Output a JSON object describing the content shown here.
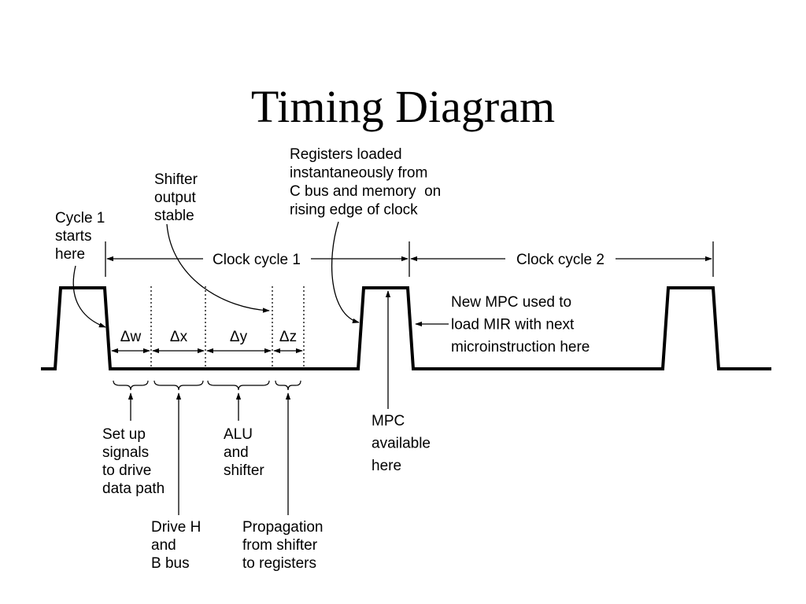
{
  "title": "Timing Diagram",
  "labels": {
    "cycle1_start": [
      "Cycle 1",
      "starts",
      "here"
    ],
    "shifter_stable": [
      "Shifter",
      "output",
      "stable"
    ],
    "registers_loaded": [
      "Registers loaded",
      "instantaneously from",
      "C bus and memory  on",
      "rising edge of clock"
    ],
    "clock_cycle_1": "Clock cycle 1",
    "clock_cycle_2": "Clock cycle 2",
    "new_mpc": [
      "New MPC used to",
      "load MIR with next",
      "microinstruction here"
    ],
    "delta_w": "Δw",
    "delta_x": "Δx",
    "delta_y": "Δy",
    "delta_z": "Δz",
    "setup_signals": [
      "Set up",
      "signals",
      "to drive",
      "data path"
    ],
    "drive_h": [
      "Drive H",
      "and",
      "B bus"
    ],
    "alu_shifter": [
      "ALU",
      "and",
      "shifter"
    ],
    "propagation": [
      "Propagation",
      "from shifter",
      "to registers"
    ],
    "mpc_available": [
      "MPC",
      "available",
      "here"
    ]
  }
}
